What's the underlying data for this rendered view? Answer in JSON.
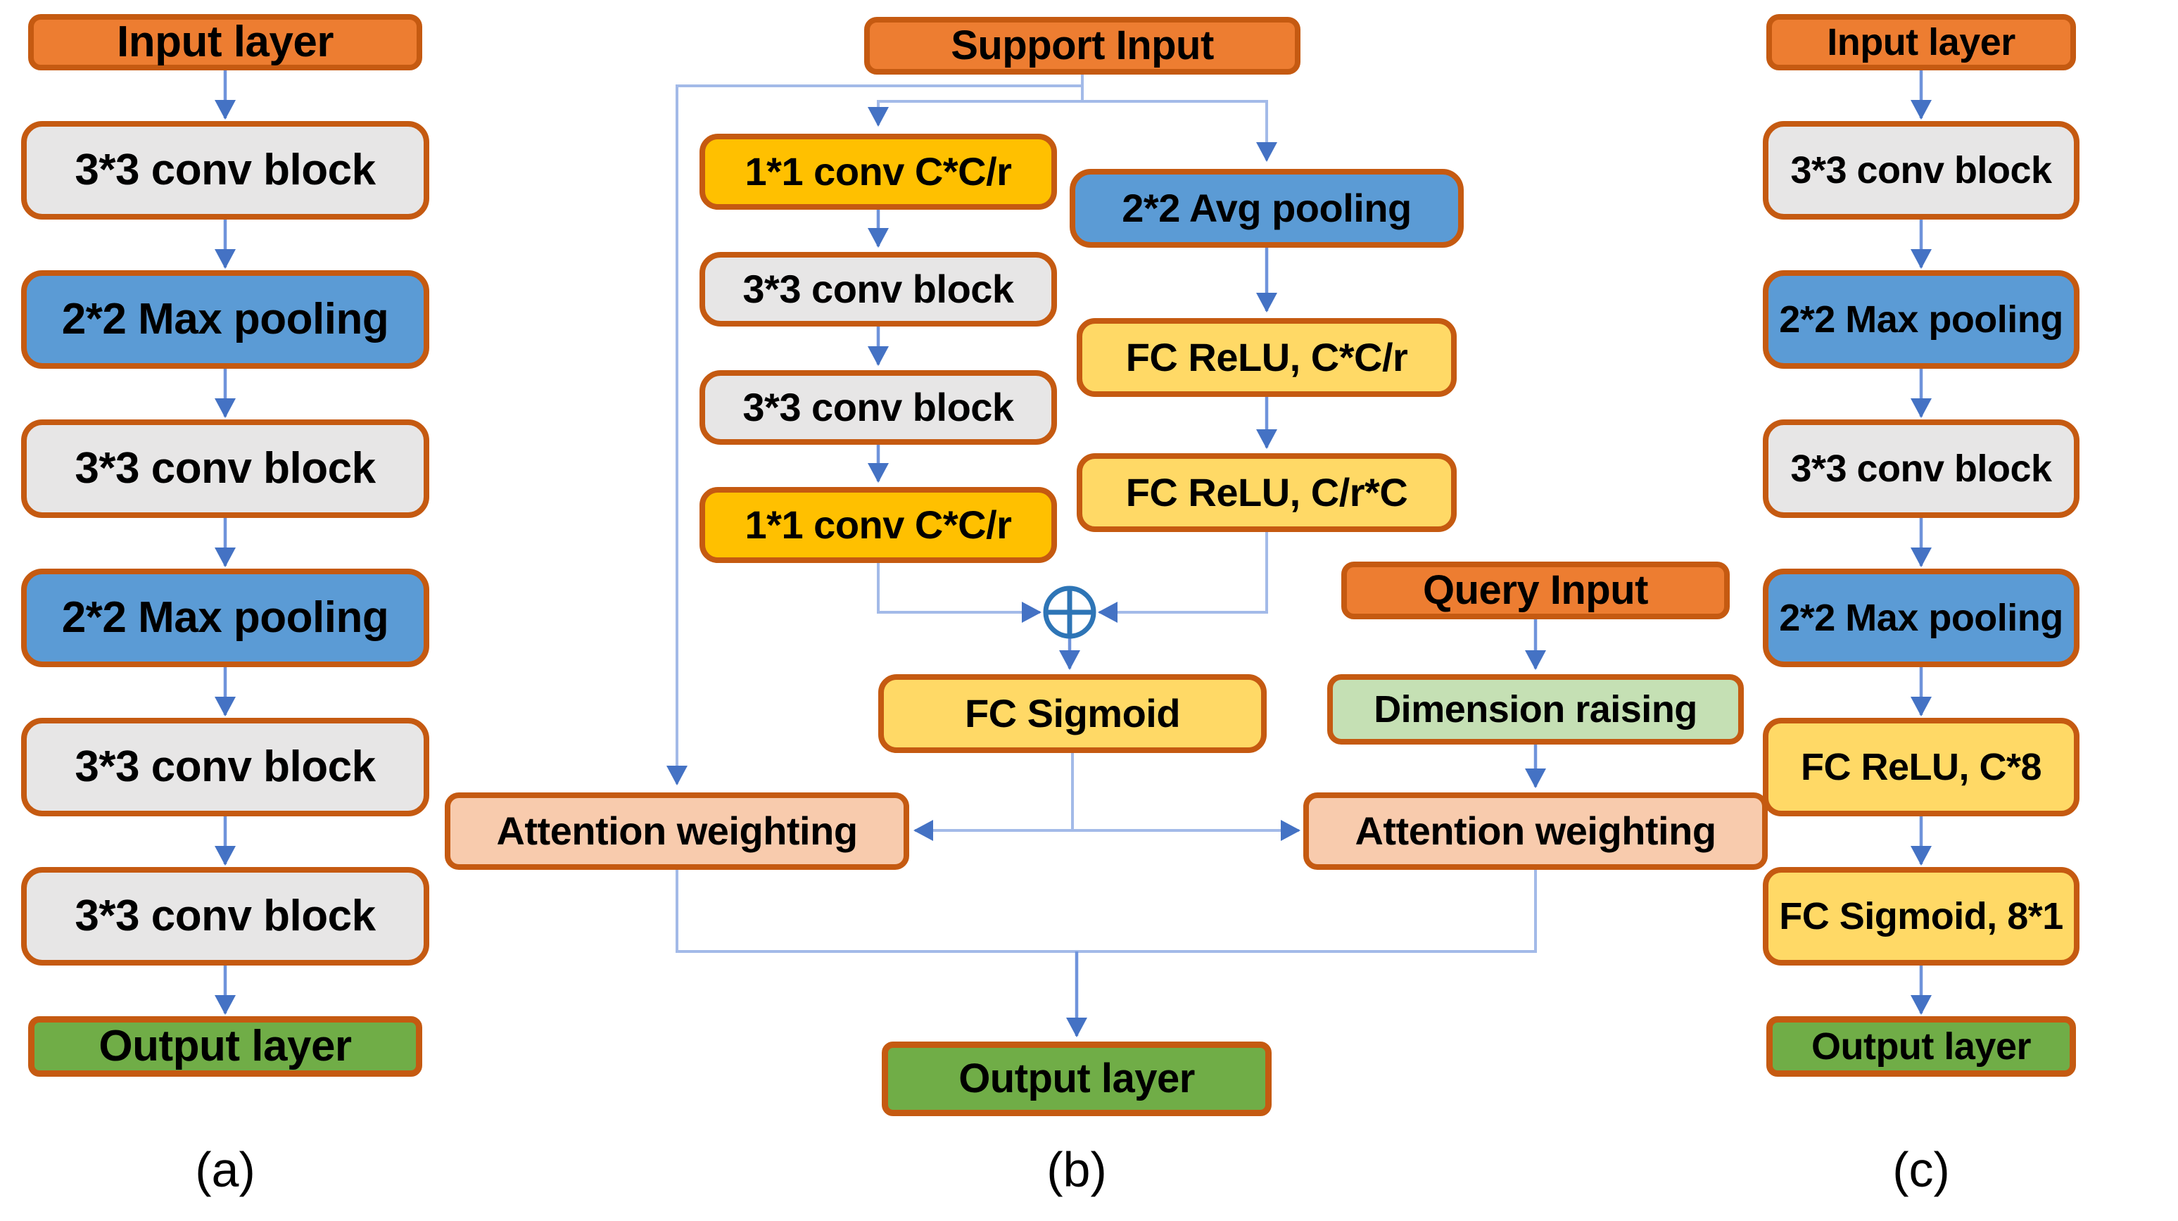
{
  "colors": {
    "input_fill": "#ED7D31",
    "conv_fill": "#E7E6E6",
    "pool_fill": "#5B9BD5",
    "conv1x1_fill": "#FFC000",
    "fc_fill": "#FFD966",
    "output_fill": "#70AD47",
    "dimension_raising_fill": "#C5E0B4",
    "attention_fill": "#F8CBAD",
    "box_border": "#C55A11",
    "connector_line": "#A3BAE8",
    "arrow_line": "#6F93DB",
    "arrow_head": "#4472C4",
    "merge_symbol": "#2E75B6"
  },
  "column_a": {
    "caption": "(a)",
    "boxes": [
      {
        "label": "Input layer",
        "type": "input"
      },
      {
        "label": "3*3 conv block",
        "type": "conv"
      },
      {
        "label": "2*2 Max pooling",
        "type": "max-pool"
      },
      {
        "label": "3*3 conv block",
        "type": "conv"
      },
      {
        "label": "2*2 Max pooling",
        "type": "max-pool"
      },
      {
        "label": "3*3 conv block",
        "type": "conv"
      },
      {
        "label": "3*3 conv block",
        "type": "conv"
      },
      {
        "label": "Output layer",
        "type": "output"
      }
    ]
  },
  "column_b": {
    "caption": "(b)",
    "support_input": "Support Input",
    "left_branch": [
      "1*1 conv C*C/r",
      "3*3 conv block",
      "3*3 conv block",
      "1*1 conv C*C/r"
    ],
    "right_branch": [
      "2*2 Avg pooling",
      "FC ReLU, C*C/r",
      "FC ReLU, C/r*C"
    ],
    "merge_icon": "circle-plus-icon",
    "fc_sigmoid": "FC Sigmoid",
    "query_input": "Query Input",
    "dimension_raising": "Dimension raising",
    "attention_left": "Attention weighting",
    "attention_right": "Attention weighting",
    "output": "Output layer"
  },
  "column_c": {
    "caption": "(c)",
    "boxes": [
      {
        "label": "Input layer",
        "type": "input"
      },
      {
        "label": "3*3 conv block",
        "type": "conv"
      },
      {
        "label": "2*2 Max pooling",
        "type": "max-pool"
      },
      {
        "label": "3*3 conv block",
        "type": "conv"
      },
      {
        "label": "2*2 Max pooling",
        "type": "max-pool"
      },
      {
        "label": "FC ReLU, C*8",
        "type": "fc"
      },
      {
        "label": "FC Sigmoid, 8*1",
        "type": "fc"
      },
      {
        "label": "Output layer",
        "type": "output"
      }
    ]
  }
}
